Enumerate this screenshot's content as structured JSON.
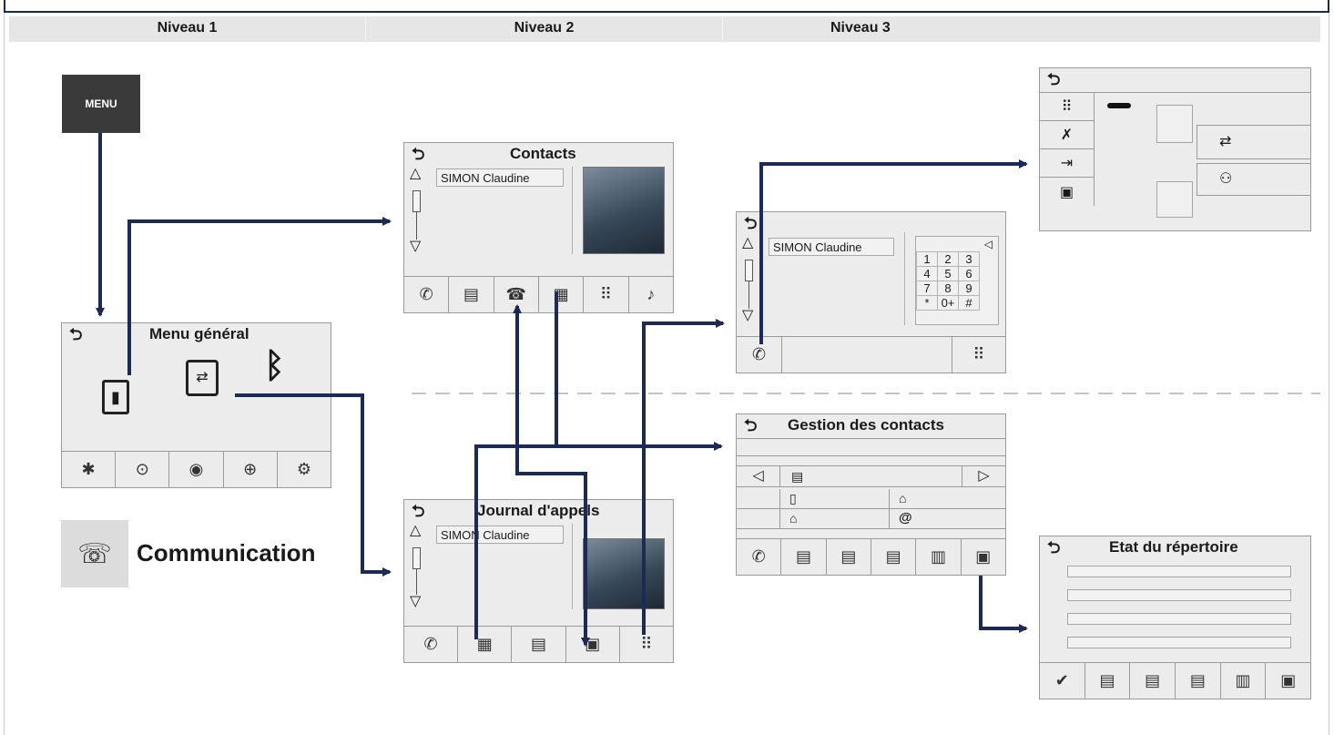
{
  "header": {
    "levels": [
      "Niveau 1",
      "Niveau 2",
      "Niveau 3"
    ]
  },
  "menu_key": {
    "label": "MENU"
  },
  "communication": {
    "icon": "globe-phone-icon",
    "label": "Communication"
  },
  "screens": {
    "menu_general": {
      "title": "Menu général",
      "back_icon": "back-arrow-icon",
      "icons": [
        "contacts-book-icon",
        "call-log-icon",
        "bluetooth-icon"
      ],
      "toolbar": [
        {
          "icon": "bluetooth-phone-icon",
          "glyph": "✱"
        },
        {
          "icon": "navigation-icon",
          "glyph": "⊙"
        },
        {
          "icon": "radio-icon",
          "glyph": "◉"
        },
        {
          "icon": "globe-icon",
          "glyph": "⊕"
        },
        {
          "icon": "settings-icon",
          "glyph": "⚙"
        }
      ]
    },
    "contacts": {
      "title": "Contacts",
      "entry": "SIMON Claudine",
      "toolbar": [
        {
          "icon": "phone-icon",
          "glyph": "✆"
        },
        {
          "icon": "contact-card-icon",
          "glyph": "▤"
        },
        {
          "icon": "call-log-icon",
          "glyph": "☎"
        },
        {
          "icon": "contact-management-icon",
          "glyph": "▦"
        },
        {
          "icon": "keypad-icon",
          "glyph": "⠿"
        },
        {
          "icon": "music-icon",
          "glyph": "♪"
        }
      ]
    },
    "journal": {
      "title": "Journal d'appels",
      "entry": "SIMON Claudine",
      "toolbar": [
        {
          "icon": "phone-icon",
          "glyph": "✆"
        },
        {
          "icon": "contact-management-icon",
          "glyph": "▦"
        },
        {
          "icon": "add-contact-icon",
          "glyph": "▤"
        },
        {
          "icon": "contacts-book-icon",
          "glyph": "▣"
        },
        {
          "icon": "keypad-icon",
          "glyph": "⠿"
        }
      ]
    },
    "dialer": {
      "entry": "SIMON Claudine",
      "keys": [
        [
          "1",
          "2",
          "3"
        ],
        [
          "4",
          "5",
          "6"
        ],
        [
          "7",
          "8",
          "9"
        ],
        [
          "*",
          "0+",
          "#"
        ]
      ],
      "delete_icon": "backspace-icon",
      "toolbar": [
        {
          "icon": "phone-icon",
          "glyph": "✆"
        },
        {
          "icon": "keypad-icon",
          "glyph": "⠿"
        }
      ]
    },
    "in_call": {
      "side": [
        {
          "icon": "keypad-icon",
          "glyph": "⠿"
        },
        {
          "icon": "mute-icon",
          "glyph": "✗"
        },
        {
          "icon": "transfer-icon",
          "glyph": "⇥"
        },
        {
          "icon": "contacts-book-icon",
          "glyph": "▣"
        }
      ],
      "hangup_icon": "hang-up-icon",
      "actions": [
        {
          "icon": "swap-call-icon",
          "glyph": "⇄"
        },
        {
          "icon": "conference-icon",
          "glyph": "⚇"
        }
      ]
    },
    "gestion": {
      "title": "Gestion des contacts",
      "rows": [
        {
          "left": "contact-card-icon",
          "right": ""
        },
        {
          "left": "mobile-icon",
          "right": "work-icon"
        },
        {
          "left": "home-icon",
          "right": "@"
        }
      ],
      "toolbar": [
        {
          "icon": "phone-icon",
          "glyph": "✆"
        },
        {
          "icon": "add-contact-icon",
          "glyph": "▤"
        },
        {
          "icon": "edit-contact-icon",
          "glyph": "▤"
        },
        {
          "icon": "copy-contact-icon",
          "glyph": "▤"
        },
        {
          "icon": "delete-icon",
          "glyph": "▥"
        },
        {
          "icon": "directory-status-icon",
          "glyph": "▣"
        }
      ]
    },
    "etat": {
      "title": "Etat du répertoire",
      "toolbar": [
        {
          "icon": "confirm-icon",
          "glyph": "✔"
        },
        {
          "icon": "add-contact-icon",
          "glyph": "▤"
        },
        {
          "icon": "edit-contact-icon",
          "glyph": "▤"
        },
        {
          "icon": "copy-contact-icon",
          "glyph": "▤"
        },
        {
          "icon": "delete-icon",
          "glyph": "▥"
        },
        {
          "icon": "directory-status-icon",
          "glyph": "▣"
        }
      ]
    }
  },
  "colors": {
    "arrow": "#1b2b55",
    "screen_bg": "#ececec",
    "header_bg": "#e6e6e6",
    "divider": "#c4c4c4"
  }
}
